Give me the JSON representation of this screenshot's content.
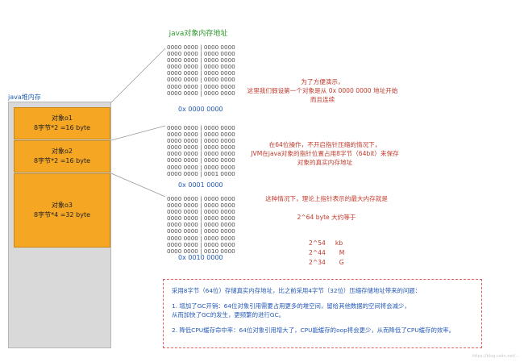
{
  "heap": {
    "label": "java堆内存",
    "objects": [
      {
        "name": "对象o1",
        "size": "8字节*2 =16 byte"
      },
      {
        "name": "对象o2",
        "size": "8字节*2 =16 byte"
      },
      {
        "name": "对象o3",
        "size": "8字节*4 =32 byte"
      }
    ]
  },
  "memory": {
    "title": "java对象内存地址",
    "block1_text": "0000 0000 | 0000 0000\n0000 0000 | 0000 0000\n0000 0000 | 0000 0000\n0000 0000 | 0000 0000\n0000 0000 | 0000 0000\n0000 0000 | 0000 0000\n0000 0000 | 0000 0000\n0000 0000 | 0000 0000",
    "block1_addr": "0x 0000 0000",
    "block2_text": "0000 0000 | 0000 0000\n0000 0000 | 0000 0000\n0000 0000 | 0000 0000\n0000 0000 | 0000 0000\n0000 0000 | 0000 0000\n0000 0000 | 0000 0000\n0000 0000 | 0000 0000\n0000 0000 | 0001 0000",
    "block2_addr": "0x 0001 0000",
    "block3_text": "0000 0000 | 0000 0000\n0000 0000 | 0000 0000\n0000 0000 | 0000 0000\n0000 0000 | 0000 0000\n0000 0000 | 0000 0000\n0000 0000 | 0000 0000\n0000 0000 | 0000 0000\n0000 0000 | 0000 0000\n0000 0000 | 0010 0000",
    "block3_addr": "0x 0010 0000"
  },
  "notes": {
    "note1": "为了方便演示，\n这里我们假设第一个对象是从  0x 0000 0000 地址开始\n而且连续",
    "note2": "在64位操作，不开启指针压缩的情况下，\nJVM在java对象的指针位置占用8字节（64bit）来保存\n对象的真实内存地址",
    "note3": "这种情况下，理论上指针表示的最大内存就是",
    "note4": "2^64 byte 大约等于",
    "unit1": "2^54     kb",
    "unit2": "2^44       M",
    "unit3": "2^34       G"
  },
  "issues": {
    "intro": "采用8字节（64位）存储真实内存地址，比之前采用4字节（32位）压缩存储地址带来的问题：",
    "item1_line1": "1. 增加了GC开销：64位对象引用需要占用更多的堆空间，留给其他数据的空间将会减少，",
    "item1_line2": "从而加快了GC的发生，更频繁的进行GC。",
    "item2": "2. 降低CPU缓存命中率：64位对象引用增大了，CPU能缓存的oop将会更少，从而降低了CPU缓存的效率。"
  },
  "watermark": "https://blog.csdn.net/..."
}
